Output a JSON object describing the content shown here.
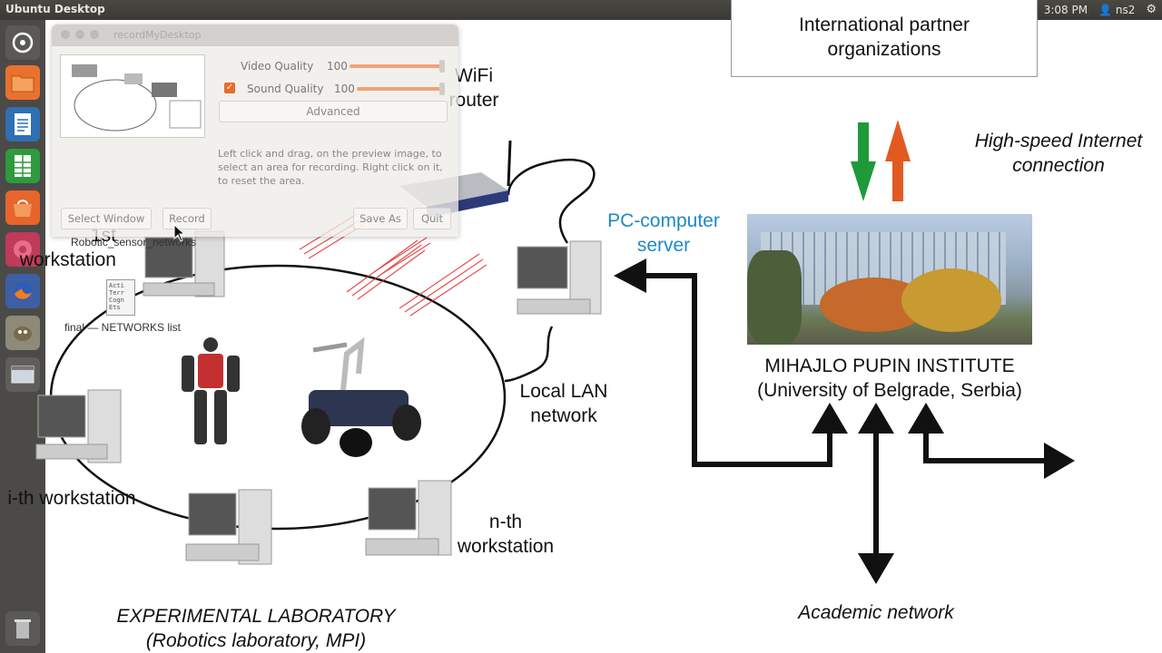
{
  "topbar": {
    "title": "Ubuntu Desktop",
    "time": "3:08 PM",
    "user": "ns2"
  },
  "launcher": {
    "items": [
      "dash",
      "files",
      "writer",
      "calc",
      "software",
      "help",
      "firefox",
      "gimp",
      "screen",
      "trash"
    ]
  },
  "dialog": {
    "title": "recordMyDesktop",
    "video_quality_label": "Video Quality",
    "video_quality_value": "100",
    "sound_quality_label": "Sound Quality",
    "sound_quality_value": "100",
    "advanced_label": "Advanced",
    "help_text": "Left click and drag, on the preview image, to select an area for recording. Right click on it, to reset the area.",
    "buttons": {
      "select_window": "Select Window",
      "record": "Record",
      "save_as": "Save As",
      "quit": "Quit"
    }
  },
  "desktop_icons": {
    "icon1_label": "Robotic_sensor_networks",
    "icon2_label": "final — NETWORKS list",
    "icon2_preview_lines": [
      "Acti",
      "Terr",
      "Cogn",
      "Ets"
    ]
  },
  "diagram": {
    "partner_box": "International partner organizations",
    "wifi": "WiFi router",
    "internet": "High-speed Internet connection",
    "pc_server": "PC-computer server",
    "institute_line1": "MIHAJLO PUPIN INSTITUTE",
    "institute_line2": "(University of Belgrade, Serbia)",
    "workstation_1st": "1st workstation",
    "local_lan": "Local LAN network",
    "workstation_ith": "i-th workstation",
    "workstation_nth": "n-th workstation",
    "academic": "Academic network",
    "lab_line1": "EXPERIMENTAL LABORATORY",
    "lab_line2": "(Robotics laboratory, MPI)"
  },
  "colors": {
    "arrow_green": "#1e9a3a",
    "arrow_orange": "#e25a22",
    "server_label": "#1e88c8",
    "rec_dot": "#e0262a"
  }
}
